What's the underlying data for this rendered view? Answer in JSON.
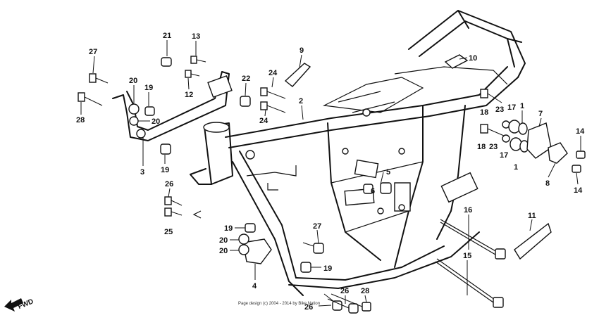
{
  "diagram": {
    "parts": [
      {
        "id": "p21a",
        "label": "21"
      },
      {
        "id": "p13",
        "label": "13"
      },
      {
        "id": "p27a",
        "label": "27"
      },
      {
        "id": "p9",
        "label": "9"
      },
      {
        "id": "p10",
        "label": "10"
      },
      {
        "id": "p22",
        "label": "22"
      },
      {
        "id": "p24a",
        "label": "24"
      },
      {
        "id": "p20a",
        "label": "20"
      },
      {
        "id": "p19a",
        "label": "19"
      },
      {
        "id": "p12",
        "label": "12"
      },
      {
        "id": "p2",
        "label": "2"
      },
      {
        "id": "p24b",
        "label": "24"
      },
      {
        "id": "p28a",
        "label": "28"
      },
      {
        "id": "p20b",
        "label": "20"
      },
      {
        "id": "p18a",
        "label": "18"
      },
      {
        "id": "p23a",
        "label": "23"
      },
      {
        "id": "p17a",
        "label": "17"
      },
      {
        "id": "p1a",
        "label": "1"
      },
      {
        "id": "p7",
        "label": "7"
      },
      {
        "id": "p14a",
        "label": "14"
      },
      {
        "id": "p18b",
        "label": "18"
      },
      {
        "id": "p23b",
        "label": "23"
      },
      {
        "id": "p17b",
        "label": "17"
      },
      {
        "id": "p1b",
        "label": "1"
      },
      {
        "id": "p3",
        "label": "3"
      },
      {
        "id": "p19b",
        "label": "19"
      },
      {
        "id": "p5",
        "label": "5"
      },
      {
        "id": "p8",
        "label": "8"
      },
      {
        "id": "p14b",
        "label": "14"
      },
      {
        "id": "p6",
        "label": "6"
      },
      {
        "id": "p26a",
        "label": "26"
      },
      {
        "id": "p25",
        "label": "25"
      },
      {
        "id": "p16",
        "label": "16"
      },
      {
        "id": "p11",
        "label": "11"
      },
      {
        "id": "p19c",
        "label": "19"
      },
      {
        "id": "p27b",
        "label": "27"
      },
      {
        "id": "p20c",
        "label": "20"
      },
      {
        "id": "p20d",
        "label": "20"
      },
      {
        "id": "p15",
        "label": "15"
      },
      {
        "id": "p19d",
        "label": "19"
      },
      {
        "id": "p4",
        "label": "4"
      },
      {
        "id": "p26b",
        "label": "26"
      },
      {
        "id": "p28b",
        "label": "28"
      },
      {
        "id": "p26c",
        "label": "26"
      }
    ],
    "fwd_label": "FWD",
    "copyright": "Page design (c) 2004 - 2014 by Bike Nation"
  }
}
